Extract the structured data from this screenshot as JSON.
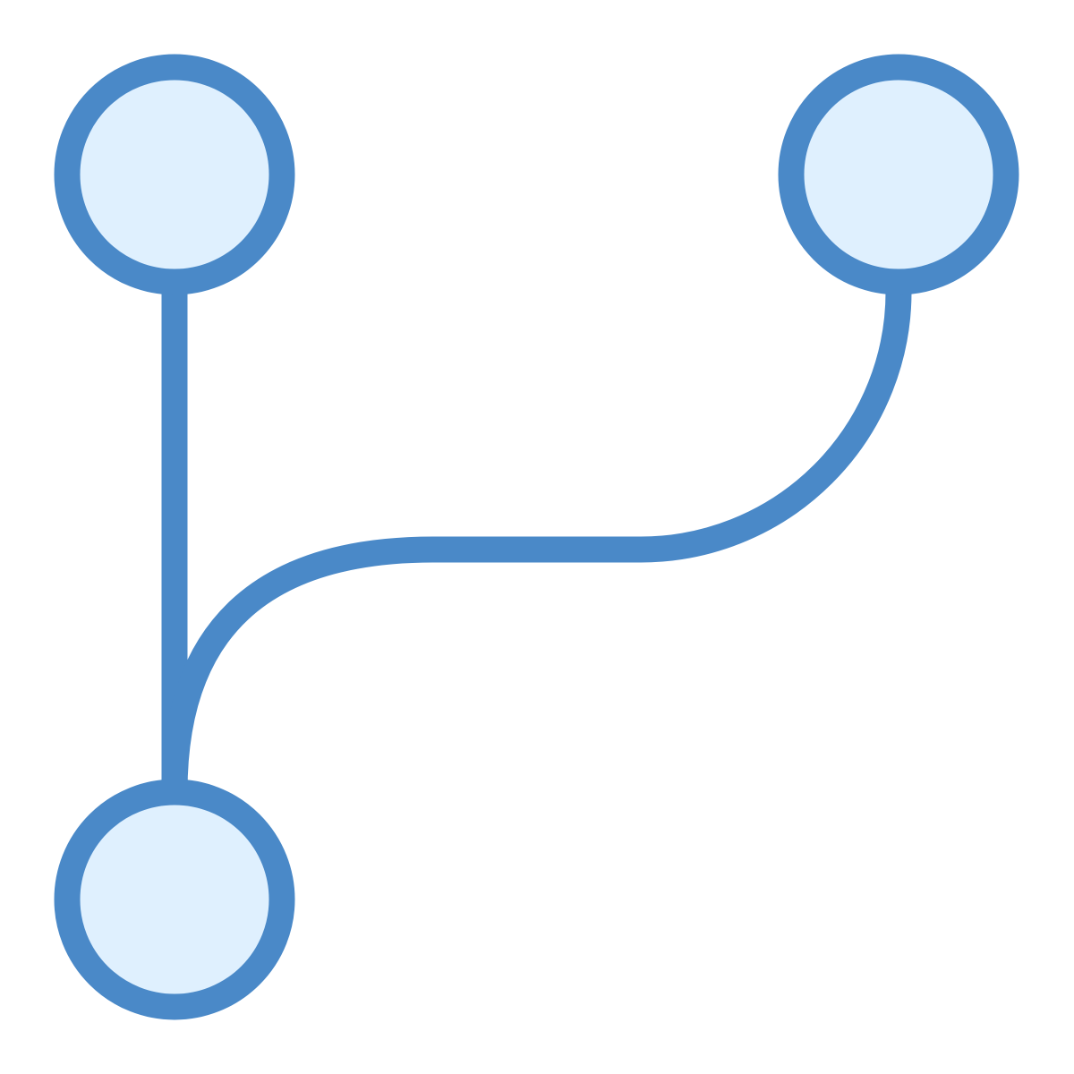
{
  "icon": {
    "name": "git-branch-icon",
    "stroke_color": "#4a89c8",
    "fill_color": "#dff0fe",
    "background_color": "#ffffff",
    "nodes": [
      "top-left-node",
      "top-right-node",
      "bottom-left-node"
    ],
    "connectors": [
      "vertical-trunk",
      "branch-curve"
    ]
  }
}
